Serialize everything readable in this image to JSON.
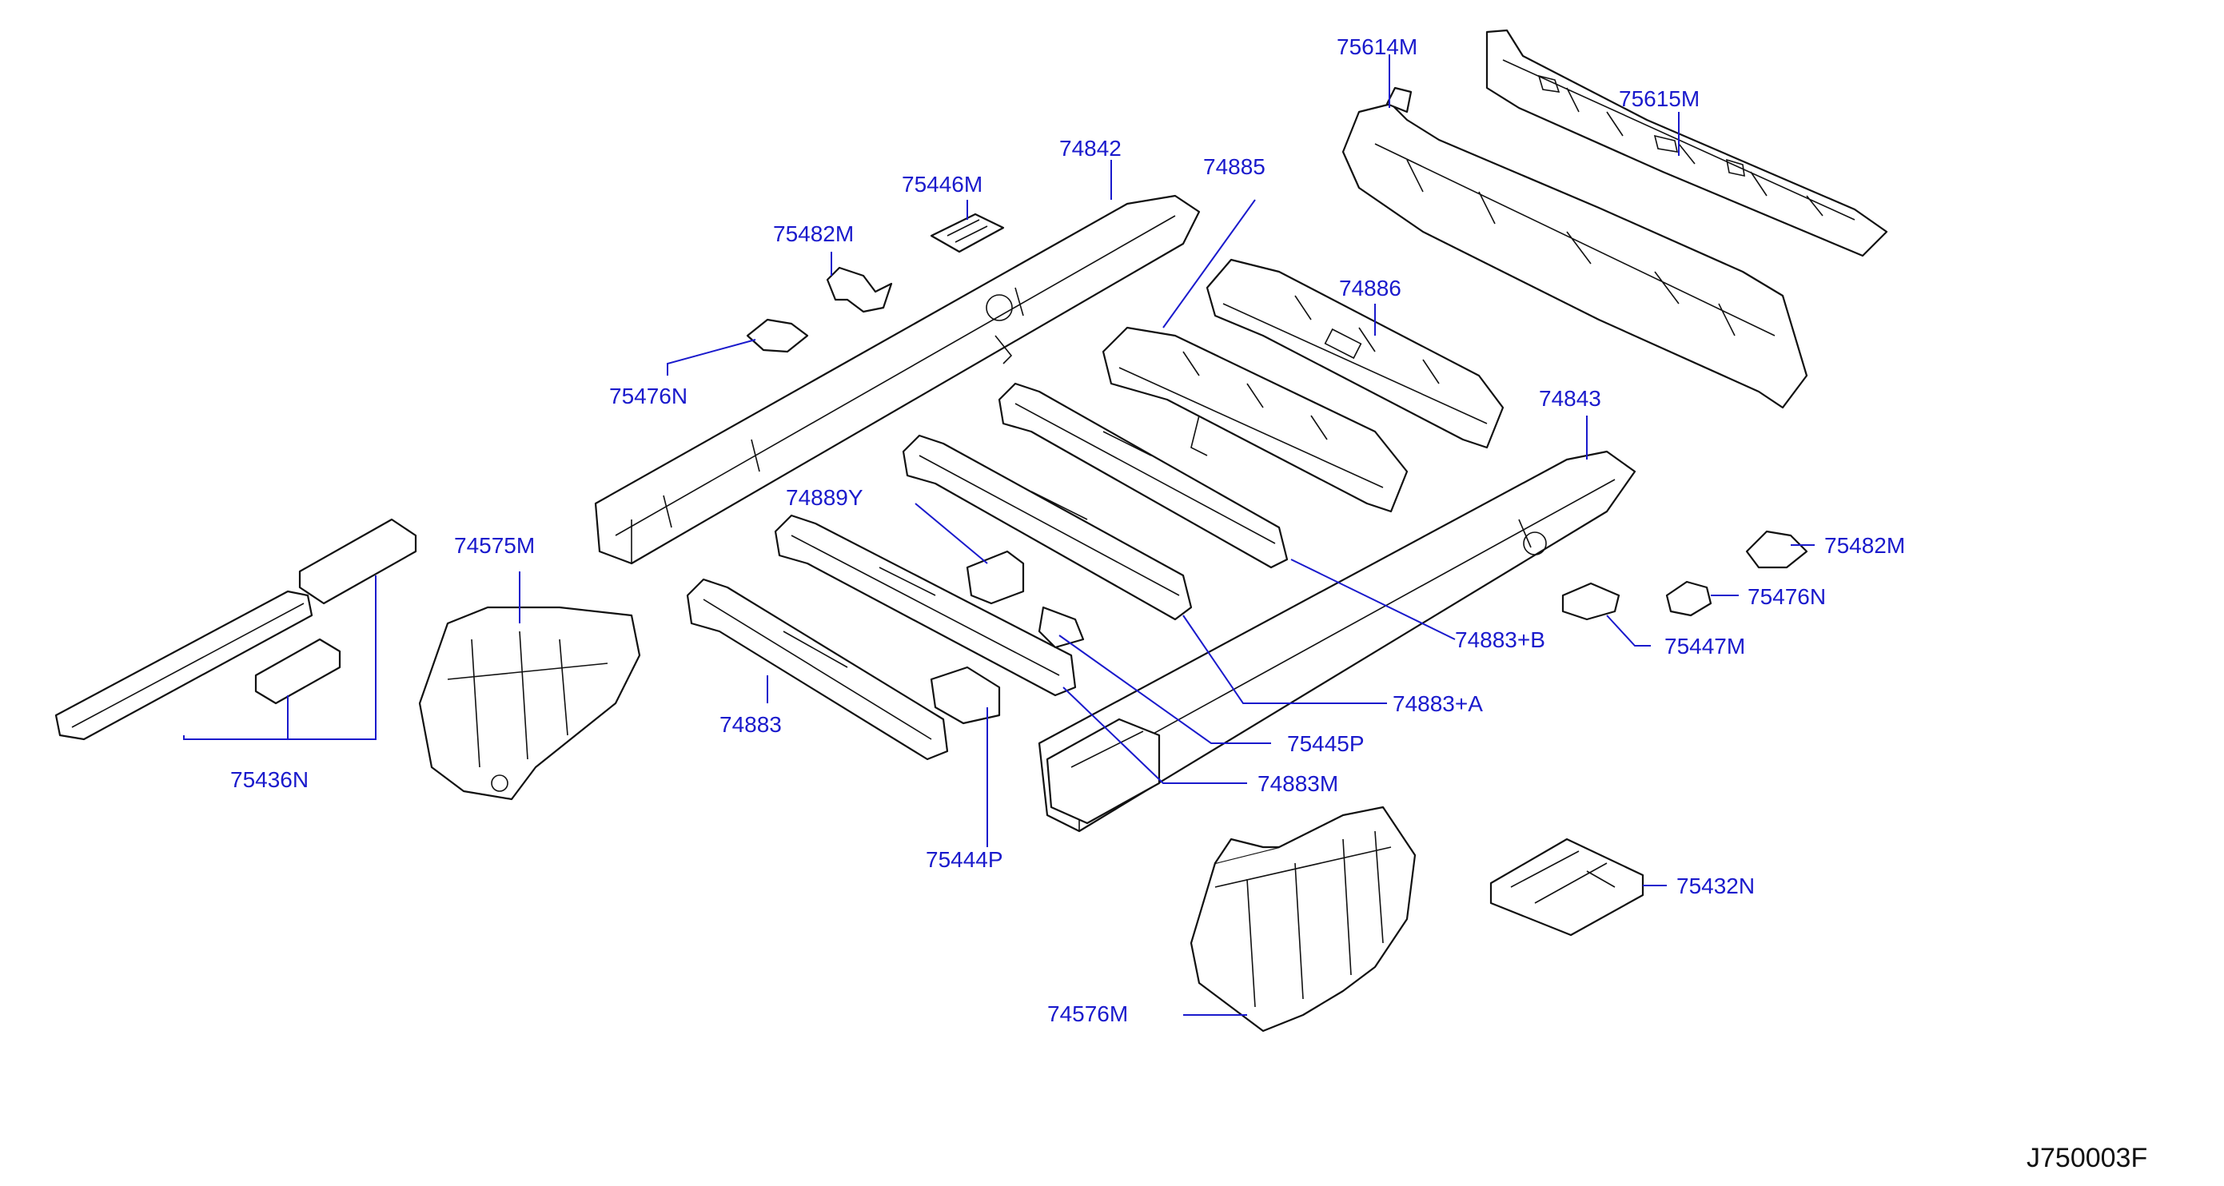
{
  "labels": {
    "p75614M": "75614M",
    "p75615M": "75615M",
    "p74842": "74842",
    "p75446M": "75446M",
    "p74885": "74885",
    "p75482M_a": "75482M",
    "p74886": "74886",
    "p75476N_a": "75476N",
    "p74843": "74843",
    "p74889Y": "74889Y",
    "p74575M": "74575M",
    "p75482M_b": "75482M",
    "p75476N_b": "75476N",
    "p74883B": "74883+B",
    "p75447M": "75447M",
    "p74883A": "74883+A",
    "p74883": "74883",
    "p75445P": "75445P",
    "p75436N": "75436N",
    "p74883M": "74883M",
    "p75444P": "75444P",
    "p75432N": "75432N",
    "p74576M": "74576M"
  },
  "drawing_ref": "J750003F",
  "colors": {
    "label": "#1a1acc",
    "line": "#111111",
    "background": "#ffffff"
  }
}
